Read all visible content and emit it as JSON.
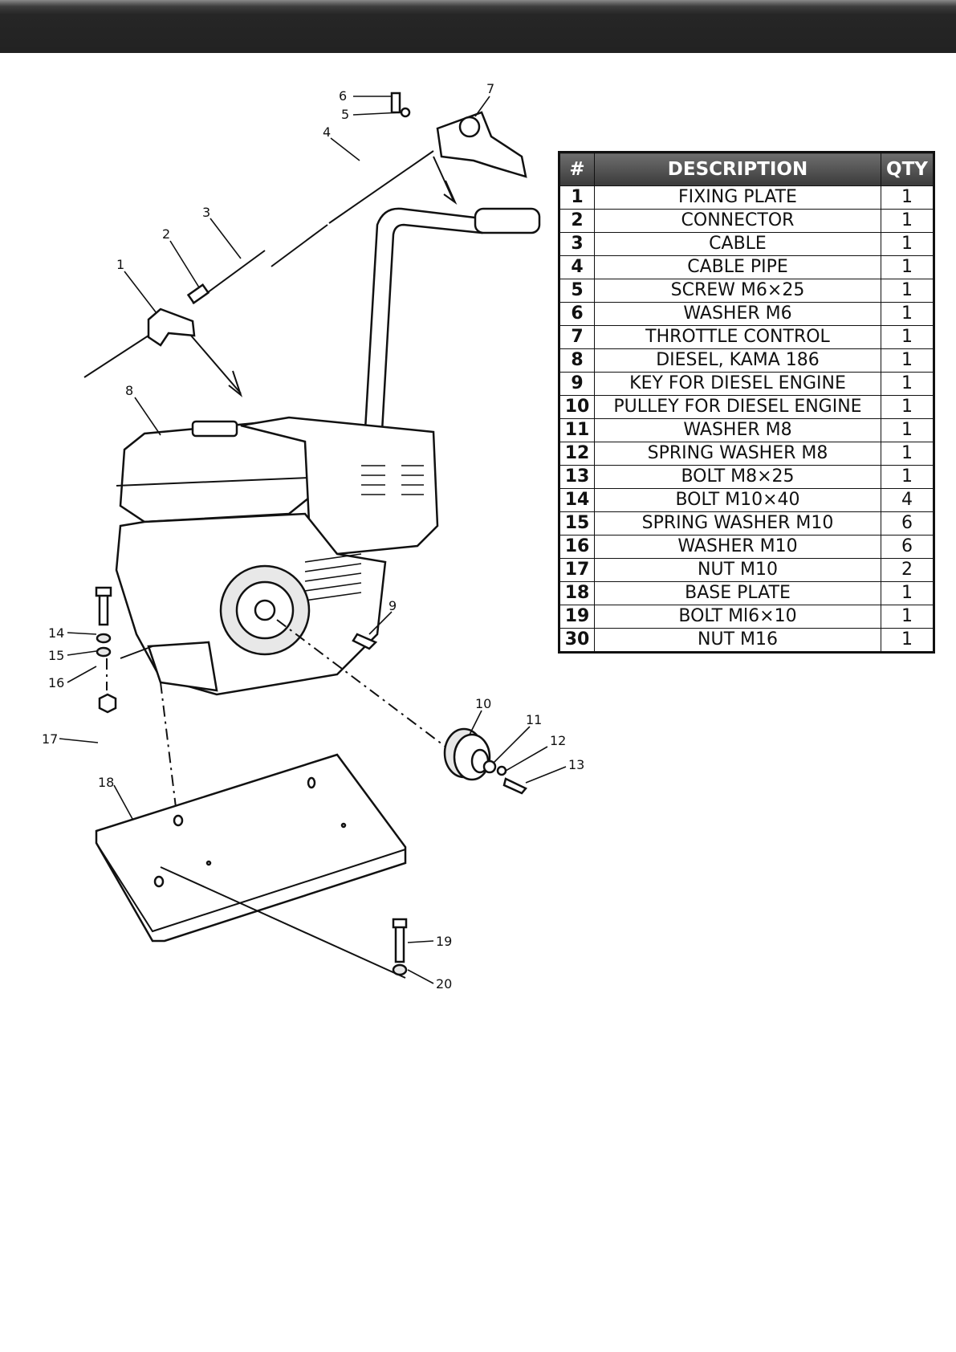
{
  "table": {
    "headers": {
      "num": "#",
      "description": "DESCRIPTION",
      "qty": "QTY"
    },
    "rows": [
      {
        "num": "1",
        "description": "FIXING PLATE",
        "qty": "1"
      },
      {
        "num": "2",
        "description": "CONNECTOR",
        "qty": "1"
      },
      {
        "num": "3",
        "description": "CABLE",
        "qty": "1"
      },
      {
        "num": "4",
        "description": "CABLE PIPE",
        "qty": "1"
      },
      {
        "num": "5",
        "description": "SCREW M6×25",
        "qty": "1"
      },
      {
        "num": "6",
        "description": "WASHER M6",
        "qty": "1"
      },
      {
        "num": "7",
        "description": "THROTTLE CONTROL",
        "qty": "1"
      },
      {
        "num": "8",
        "description": "DIESEL, KAMA 186",
        "qty": "1"
      },
      {
        "num": "9",
        "description": "KEY FOR DIESEL ENGINE",
        "qty": "1"
      },
      {
        "num": "10",
        "description": "PULLEY FOR DIESEL ENGINE",
        "qty": "1"
      },
      {
        "num": "11",
        "description": "WASHER M8",
        "qty": "1"
      },
      {
        "num": "12",
        "description": "SPRING WASHER M8",
        "qty": "1"
      },
      {
        "num": "13",
        "description": "BOLT M8×25",
        "qty": "1"
      },
      {
        "num": "14",
        "description": "BOLT M10×40",
        "qty": "4"
      },
      {
        "num": "15",
        "description": "SPRING WASHER M10",
        "qty": "6"
      },
      {
        "num": "16",
        "description": "WASHER M10",
        "qty": "6"
      },
      {
        "num": "17",
        "description": "NUT M10",
        "qty": "2"
      },
      {
        "num": "18",
        "description": "BASE PLATE",
        "qty": "1"
      },
      {
        "num": "19",
        "description": "BOLT Ml6×10",
        "qty": "1"
      },
      {
        "num": "30",
        "description": "NUT M16",
        "qty": "1"
      }
    ]
  },
  "diagram": {
    "callouts": [
      "1",
      "2",
      "3",
      "4",
      "5",
      "6",
      "7",
      "8",
      "9",
      "10",
      "11",
      "12",
      "13",
      "14",
      "15",
      "16",
      "17",
      "18",
      "19",
      "20"
    ]
  }
}
